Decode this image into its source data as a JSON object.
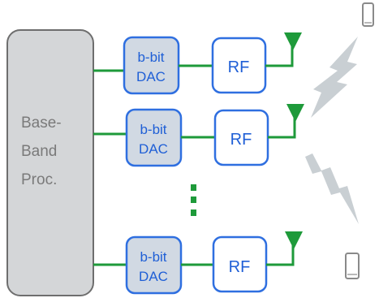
{
  "baseband": {
    "lines": [
      "Base-",
      "Band",
      "Proc."
    ]
  },
  "chains": [
    {
      "dac_line1": "b-bit",
      "dac_line2": "DAC",
      "rf_label": "RF"
    },
    {
      "dac_line1": "b-bit",
      "dac_line2": "DAC",
      "rf_label": "RF"
    },
    {
      "dac_line1": "b-bit",
      "dac_line2": "DAC",
      "rf_label": "RF"
    }
  ],
  "colors": {
    "baseband_fill": "#d4d6d8",
    "baseband_stroke": "#6e6e6e",
    "dac_fill": "#d1d9e3",
    "block_stroke": "#2f6fe0",
    "connector": "#1e9a3a",
    "antenna": "#1e9a3a",
    "lightning": "#c9cfd3",
    "device": "#8a8a8a"
  },
  "icons": {
    "antenna": "antenna-icon",
    "signal": "lightning-bolt-icon",
    "user_device": "smartphone-icon",
    "ellipsis": "vertical-ellipsis"
  }
}
